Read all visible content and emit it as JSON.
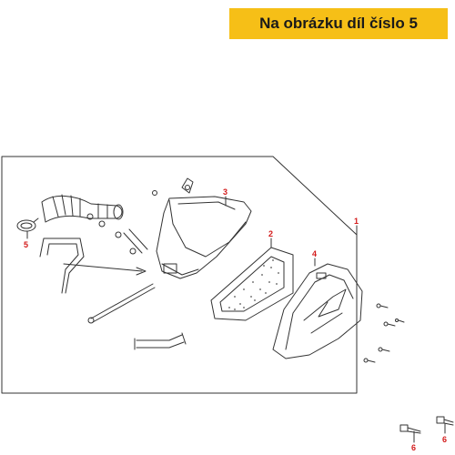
{
  "banner": {
    "text": "Na obrázku díl číslo 5",
    "color": "#f6bf17"
  },
  "callouts": [
    "5",
    "3",
    "2",
    "4",
    "1",
    "6",
    "6"
  ],
  "colors": {
    "callout": "#d31a1a",
    "line": "#333333",
    "background": "#ffffff"
  }
}
